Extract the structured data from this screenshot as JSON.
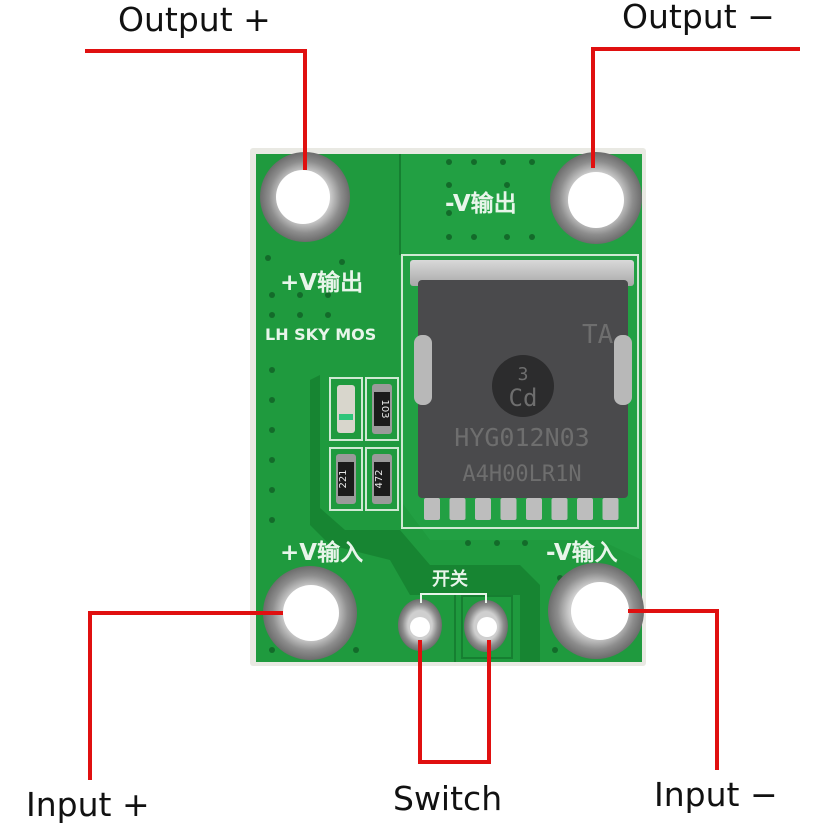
{
  "callouts": {
    "output_plus": "Output +",
    "output_minus": "Output −",
    "input_plus": "Input +",
    "input_minus": "Input −",
    "switch": "Switch"
  },
  "board": {
    "silkscreen": {
      "pos_out": "+V输出",
      "neg_out": "-V输出",
      "pos_in": "+V输入",
      "neg_in": "-V输入",
      "brand": "LH SKY MOS",
      "switch": "开关"
    },
    "mosfet": {
      "part_number": "HYG012N03",
      "lot_code": "A4H00LR1N",
      "mark_top": "TA",
      "logo_line1": "3",
      "logo_line2": "Cd"
    },
    "resistors": [
      {
        "code": "103"
      },
      {
        "code": "221"
      },
      {
        "code": "472"
      }
    ]
  },
  "colors": {
    "pcb_green": "#1f9a3e",
    "pcb_trace": "#198a36",
    "silkscreen": "#e8f5ea",
    "pad_silver": "#9a9a9a",
    "callout_line": "#e01010",
    "mosfet_body": "#4a4a4c"
  }
}
